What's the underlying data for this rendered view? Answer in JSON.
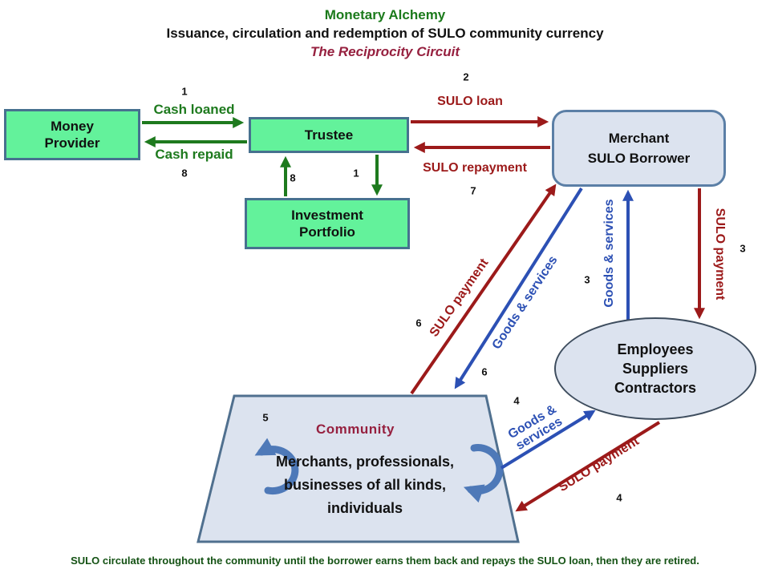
{
  "header": {
    "title": "Monetary Alchemy",
    "subtitle": "Issuance, circulation and redemption of SULO community currency",
    "tagline": "The Reciprocity Circuit"
  },
  "nodes": {
    "money_provider": {
      "line1": "Money",
      "line2": "Provider"
    },
    "trustee": {
      "label": "Trustee"
    },
    "investment_portfolio": {
      "line1": "Investment",
      "line2": "Portfolio"
    },
    "merchant": {
      "line1": "Merchant",
      "line2": "SULO Borrower"
    },
    "employees": {
      "line1": "Employees",
      "line2": "Suppliers",
      "line3": "Contractors"
    },
    "community": {
      "step": "5",
      "title": "Community",
      "line1": "Merchants, professionals,",
      "line2": "businesses of all kinds,",
      "line3": "individuals"
    }
  },
  "flows": {
    "cash_loaned": {
      "step": "1",
      "label": "Cash loaned"
    },
    "cash_repaid": {
      "step": "8",
      "label": "Cash repaid"
    },
    "sulo_loan": {
      "step": "2",
      "label": "SULO loan"
    },
    "sulo_repayment": {
      "step": "7",
      "label": "SULO repayment"
    },
    "invest_deposit": {
      "step": "1"
    },
    "invest_return": {
      "step": "8"
    },
    "sulo_payment_community_to_merchant": {
      "step": "6",
      "label": "SULO payment"
    },
    "goods_services_merchant_to_community": {
      "step": "6",
      "label": "Goods & services"
    },
    "goods_services_employees_to_merchant": {
      "step": "3",
      "label": "Goods & services"
    },
    "sulo_payment_merchant_to_employees": {
      "step": "3",
      "label": "SULO payment"
    },
    "goods_services_community_to_employees": {
      "step": "4",
      "line1": "Goods &",
      "line2": "services"
    },
    "sulo_payment_employees_to_community": {
      "step": "4",
      "label": "SULO payment"
    }
  },
  "footer": {
    "note": "SULO circulate throughout the community until the borrower earns them back and repays the SULO loan, then they are retired."
  },
  "colors": {
    "green_node_fill": "#63F29B",
    "node_border": "#47718F",
    "blue_node_fill": "#DCE3EF",
    "green_flow": "#1E7A1E",
    "red_flow": "#9C1A1A",
    "blue_flow": "#2C50B4",
    "cycle_arrow": "#4E79B8",
    "heading_green": "#1B7A1B",
    "heading_red": "#96203F",
    "footer_green": "#145214"
  }
}
